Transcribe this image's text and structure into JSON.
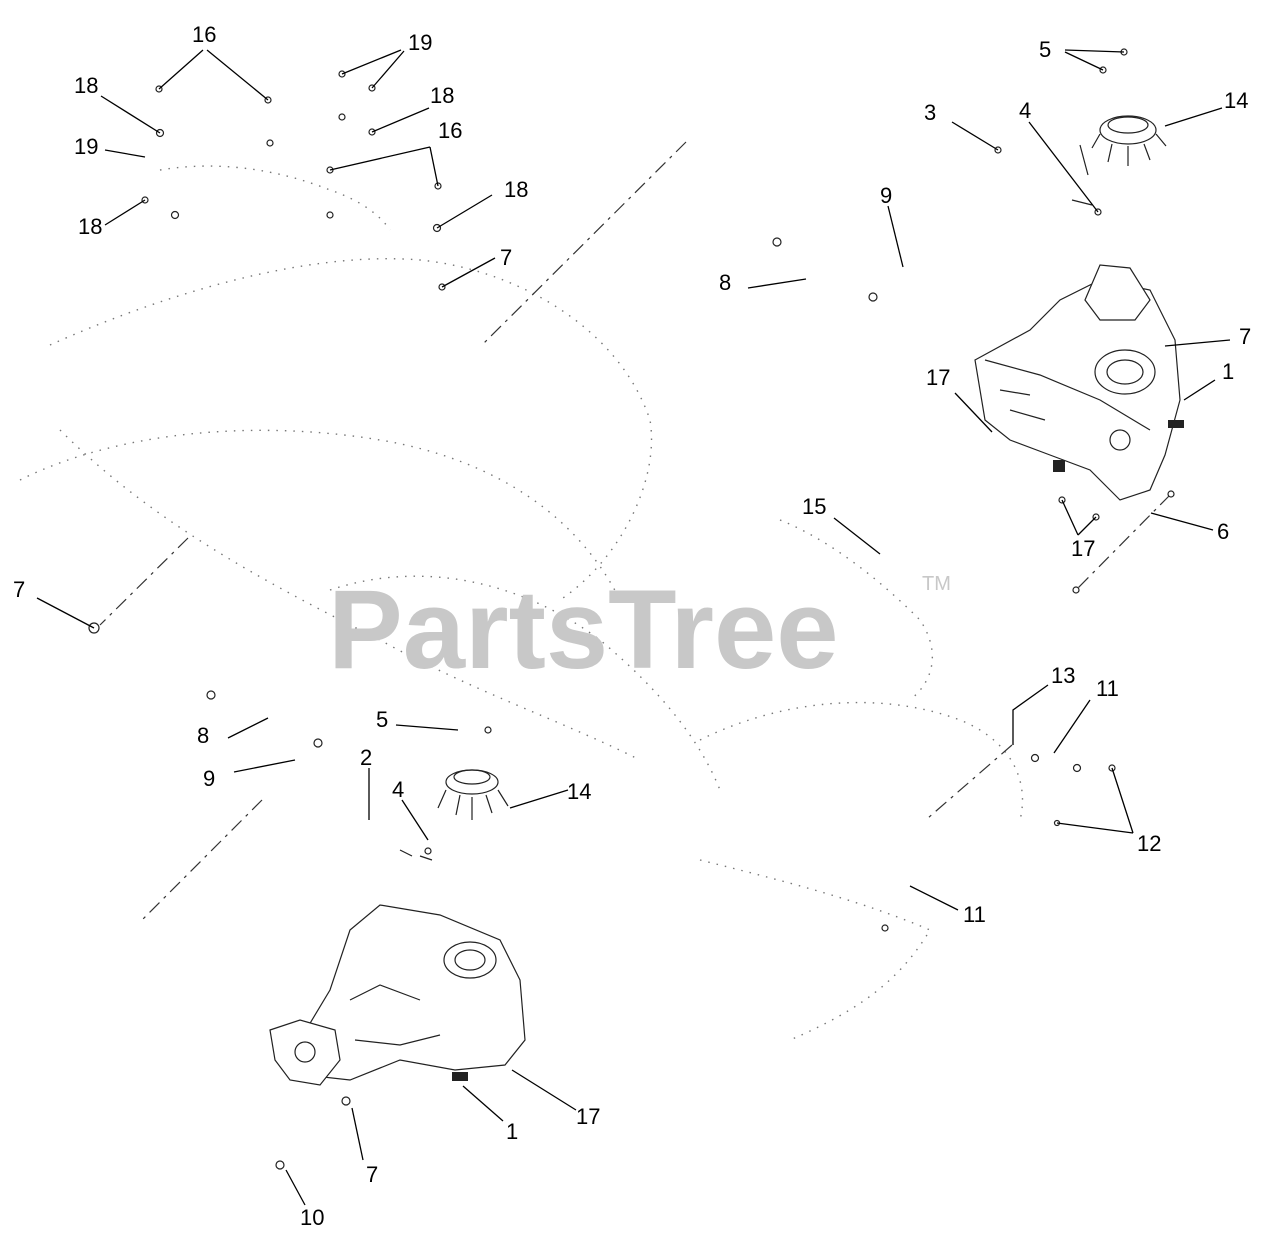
{
  "watermark": {
    "text": "PartsTree",
    "trademark": "TM"
  },
  "callouts": [
    "16",
    "19",
    "18",
    "19",
    "18",
    "18",
    "18",
    "16",
    "18",
    "7",
    "5",
    "14",
    "3",
    "4",
    "9",
    "8",
    "7",
    "17",
    "1",
    "15",
    "17",
    "6",
    "7",
    "13",
    "11",
    "8",
    "5",
    "9",
    "2",
    "4",
    "14",
    "12",
    "11",
    "1",
    "17",
    "7",
    "10"
  ]
}
